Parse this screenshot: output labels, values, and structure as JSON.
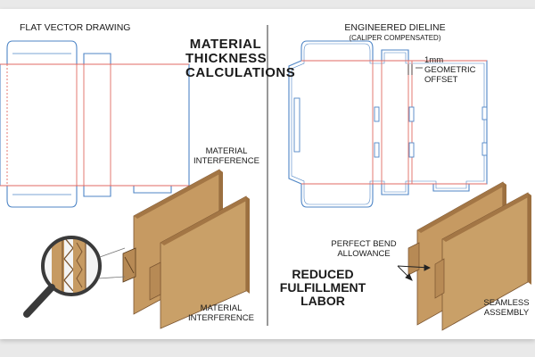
{
  "left_panel": {
    "title": "FLAT VECTOR DRAWING",
    "heading_line1": "MATERIAL",
    "heading_line2": "THICKNESS",
    "heading_line3": "CALCULATIONS",
    "callout_top_line1": "MATERIAL",
    "callout_top_line2": "INTERFERENCE",
    "callout_bottom_line1": "MATERIAL",
    "callout_bottom_line2": "INTERFERENCE"
  },
  "right_panel": {
    "title": "ENGINEERED DIELINE",
    "subtitle": "(CALIPER COMPENSATED)",
    "offset_line1": "1mm",
    "offset_line2": "GEOMETRIC",
    "offset_line3": "OFFSET",
    "bend_line1": "PERFECT BEND",
    "bend_line2": "ALLOWANCE",
    "heading_line1": "REDUCED",
    "heading_line2": "FULFILLMENT",
    "heading_line3": "LABOR",
    "seamless_line1": "SEAMLESS",
    "seamless_line2": "ASSEMBLY"
  },
  "colors": {
    "cut_line": "#4f86c6",
    "fold_line": "#e06a63",
    "cardboard": "#c69a62",
    "cardboard_dark": "#9c7040",
    "divider": "#555555",
    "magnifier": "#3a3a3a"
  }
}
